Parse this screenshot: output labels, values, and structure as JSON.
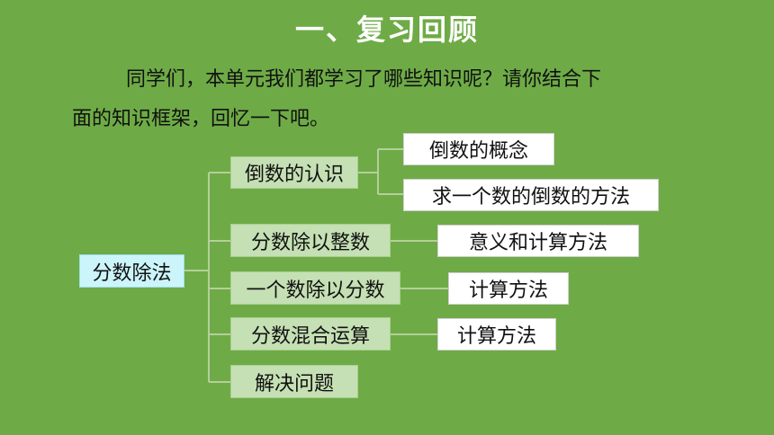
{
  "title": "一、复习回顾",
  "intro": {
    "line1": "同学们，本单元我们都学习了哪些知识呢？请你结合下",
    "line2": "面的知识框架，回忆一下吧。"
  },
  "diagram": {
    "root": "分数除法",
    "branches": [
      {
        "label": "倒数的认识",
        "children": [
          "倒数的概念",
          "求一个数的倒数的方法"
        ]
      },
      {
        "label": "分数除以整数",
        "children": [
          "意义和计算方法"
        ]
      },
      {
        "label": "一个数除以分数",
        "children": [
          "计算方法"
        ]
      },
      {
        "label": "分数混合运算",
        "children": [
          "计算方法"
        ]
      },
      {
        "label": "解决问题",
        "children": []
      }
    ]
  },
  "colors": {
    "background": "#6eab46",
    "branch_box": "#c5e0b4",
    "leaf_box": "#ffffff",
    "root_box": "#ccf5fb",
    "connector": "#b4cf9c"
  }
}
